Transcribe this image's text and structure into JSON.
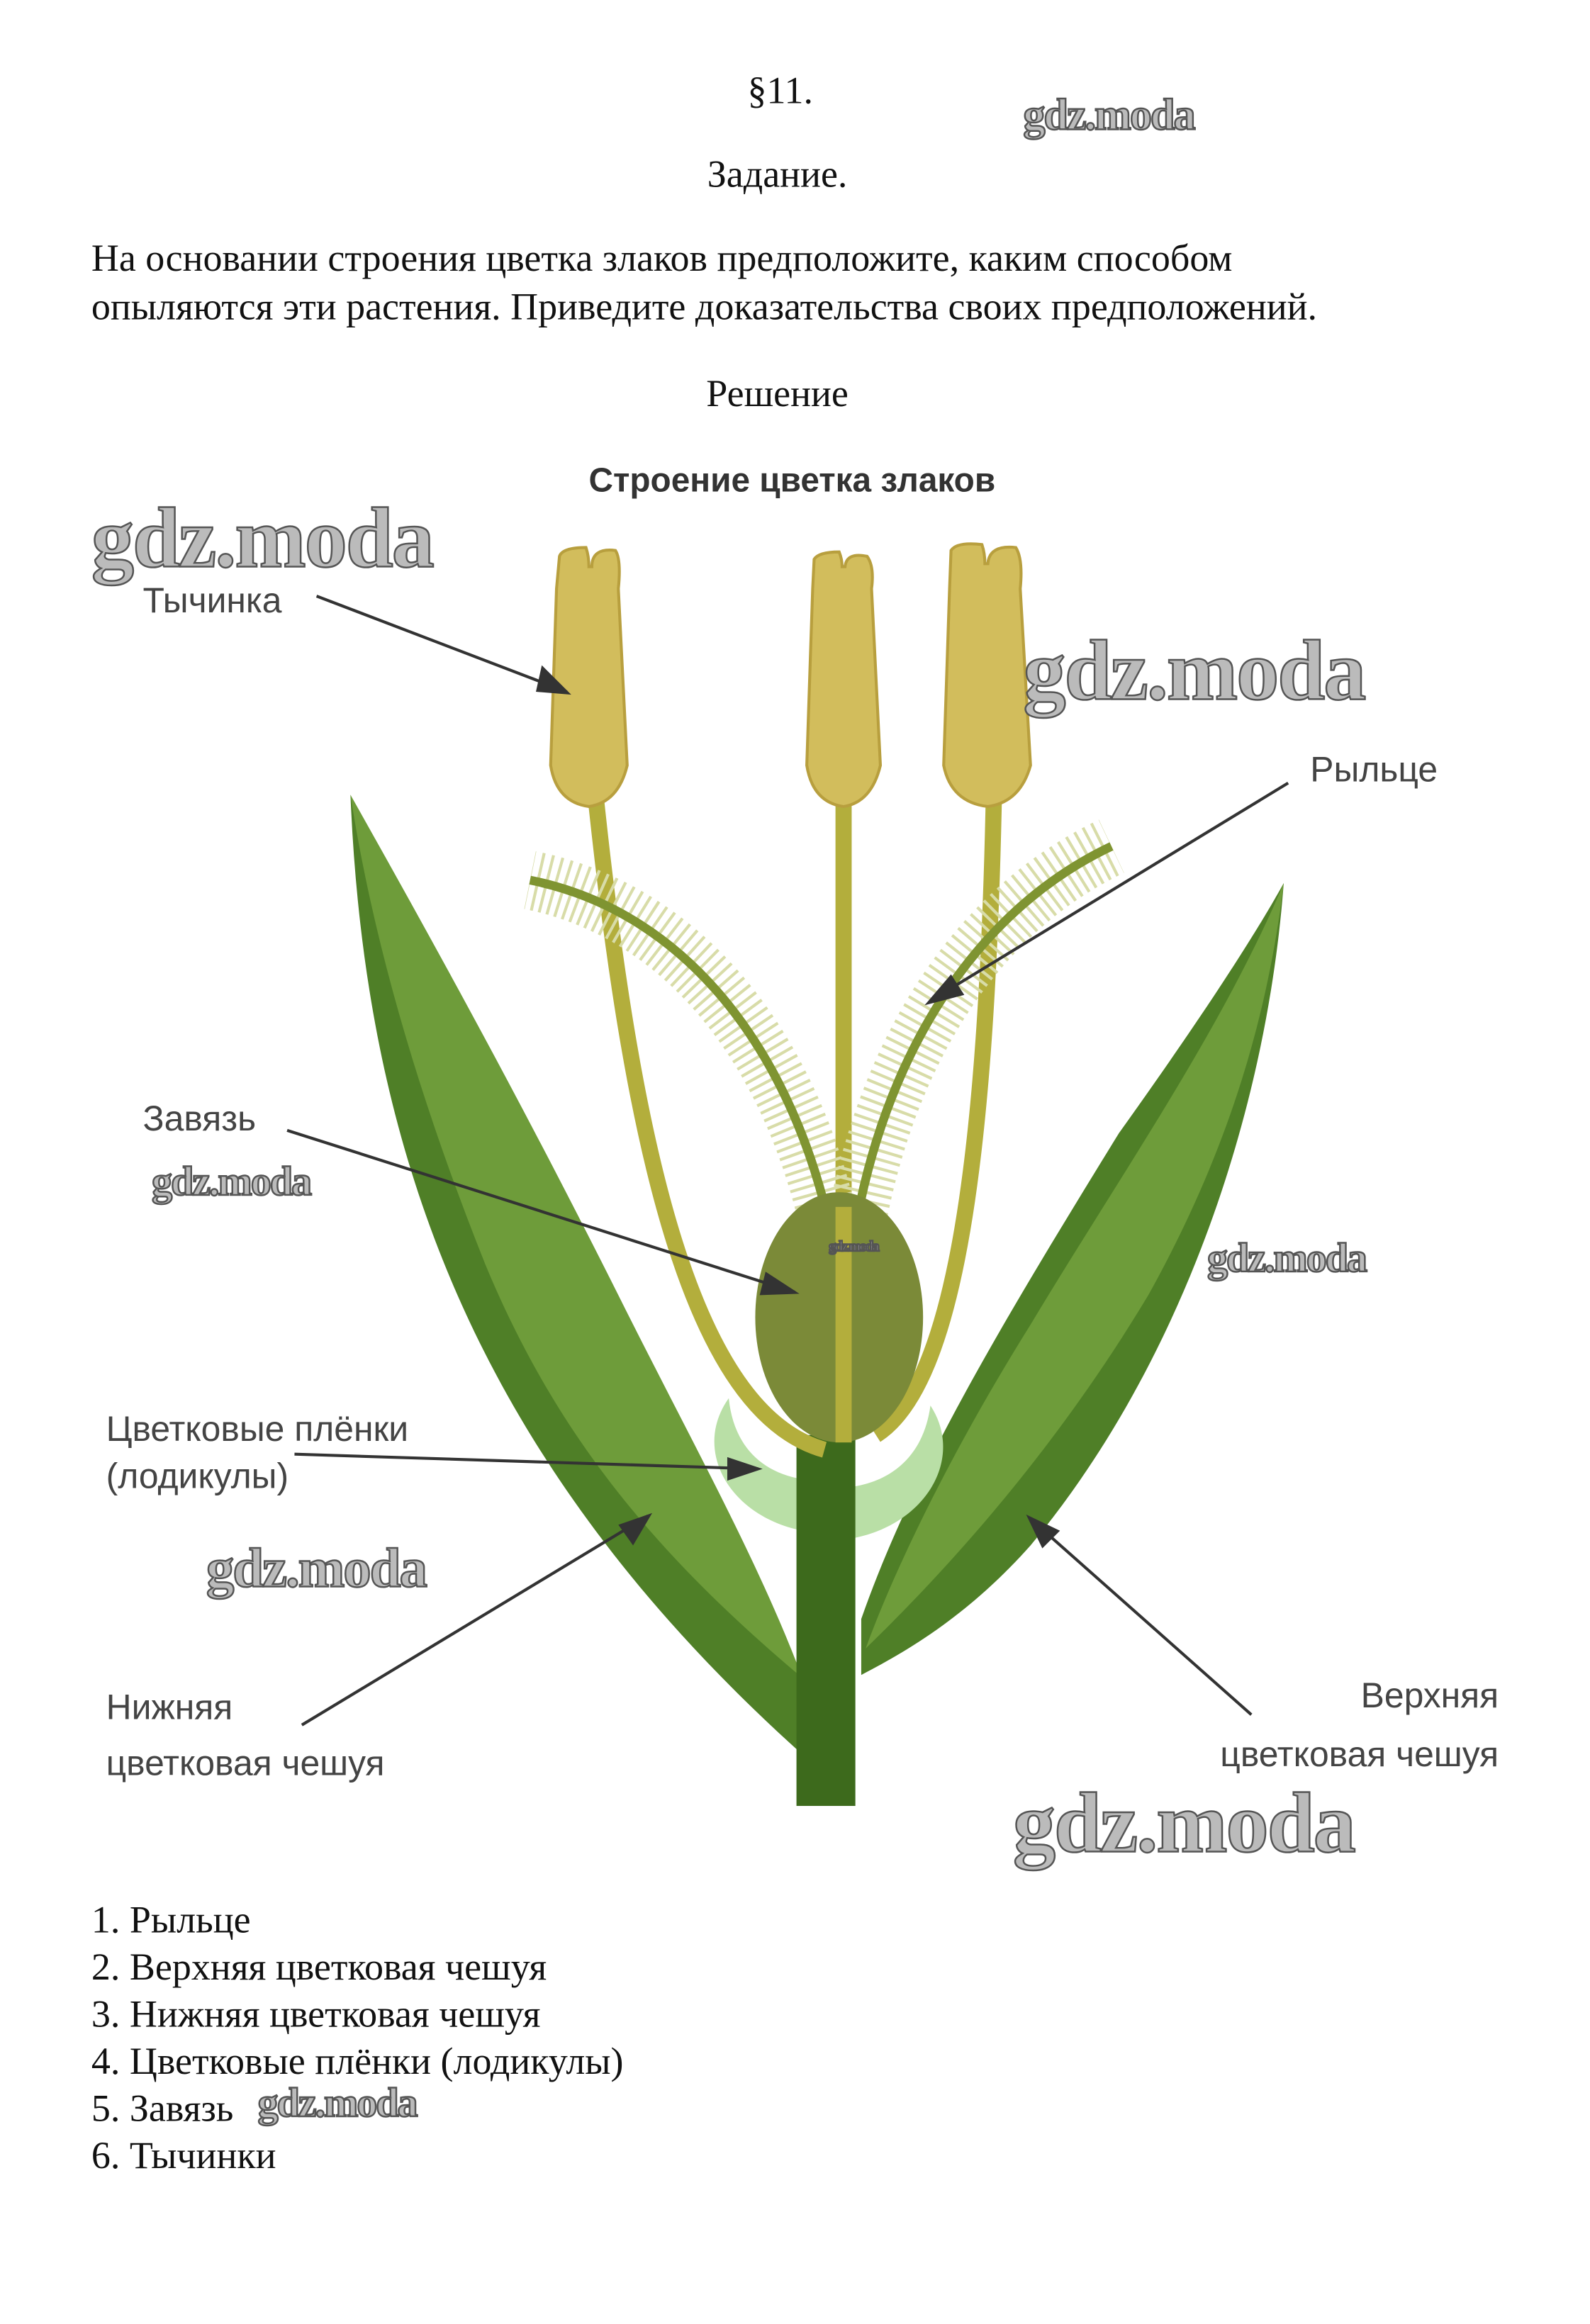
{
  "header": {
    "section": "§11.",
    "task_heading": "Задание.",
    "task_text_line1": "На основании строения цветка злаков предположите, каким способом",
    "task_text_line2": "опыляются эти растения. Приведите доказательства своих предположений.",
    "solution_heading": "Решение"
  },
  "diagram": {
    "title": "Строение цветка злаков",
    "labels": {
      "stamen": "Тычинка",
      "stigma": "Рыльце",
      "ovary": "Завязь",
      "lodicules_line1": "Цветковые плёнки",
      "lodicules_line2": "(лодикулы)",
      "lower_scale_line1": "Нижняя",
      "lower_scale_line2": "цветковая чешуя",
      "upper_scale_line1": "Верхняя",
      "upper_scale_line2": "цветковая чешуя"
    },
    "colors": {
      "leaf_dark": "#4f7f27",
      "leaf_light": "#6e9c3a",
      "stem": "#3d6a1c",
      "ovary": "#7b8a38",
      "lodicule": "#b9dfa6",
      "filament": "#b3ae3c",
      "anther": "#d2bd5c"
    }
  },
  "answer_list": [
    "1. Рыльце",
    "2. Верхняя цветковая чешуя",
    "3. Нижняя цветковая чешуя",
    "4. Цветковые плёнки (лодикулы)",
    "5. Завязь",
    "6. Тычинки"
  ],
  "watermark": "gdz.moda"
}
